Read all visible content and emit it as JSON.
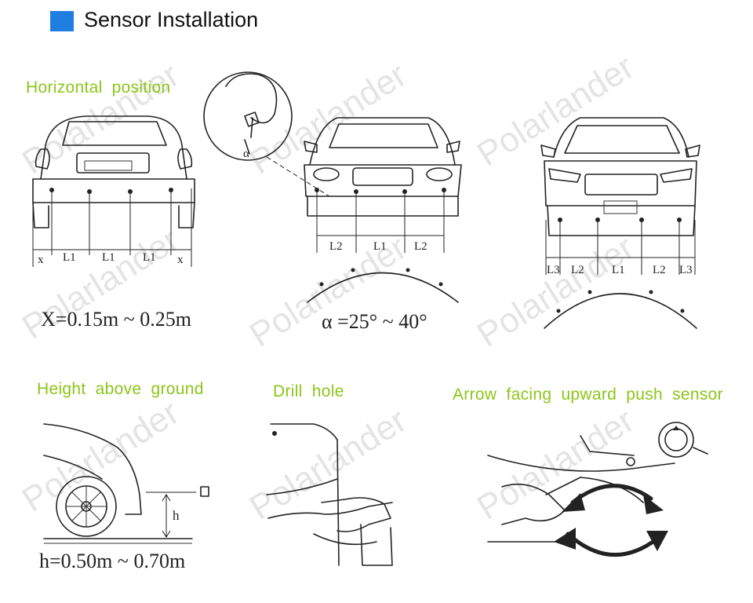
{
  "header": {
    "title": "Sensor Installation",
    "accent_color": "#1f7fe0"
  },
  "sections": {
    "horizontal": {
      "label": "Horizontal  position",
      "formula": "X=0.15m ~ 0.25m"
    },
    "angle": {
      "formula": "α =25° ~ 40°",
      "symbol": "α"
    },
    "height": {
      "label": "Height  above  ground",
      "formula": "h=0.50m ~ 0.70m",
      "symbol": "h"
    },
    "drill": {
      "label": "Drill  hole"
    },
    "arrow": {
      "label": "Arrow  facing  upward  push  sensor"
    }
  },
  "dimension_labels": {
    "car1": [
      "x",
      "L1",
      "L1",
      "L1",
      "x"
    ],
    "car2": [
      "L2",
      "L1",
      "L2"
    ],
    "car3": [
      "L3",
      "L2",
      "L1",
      "L2",
      "L3"
    ]
  },
  "watermark": "Polarlander",
  "label_color": "#8cc51a"
}
